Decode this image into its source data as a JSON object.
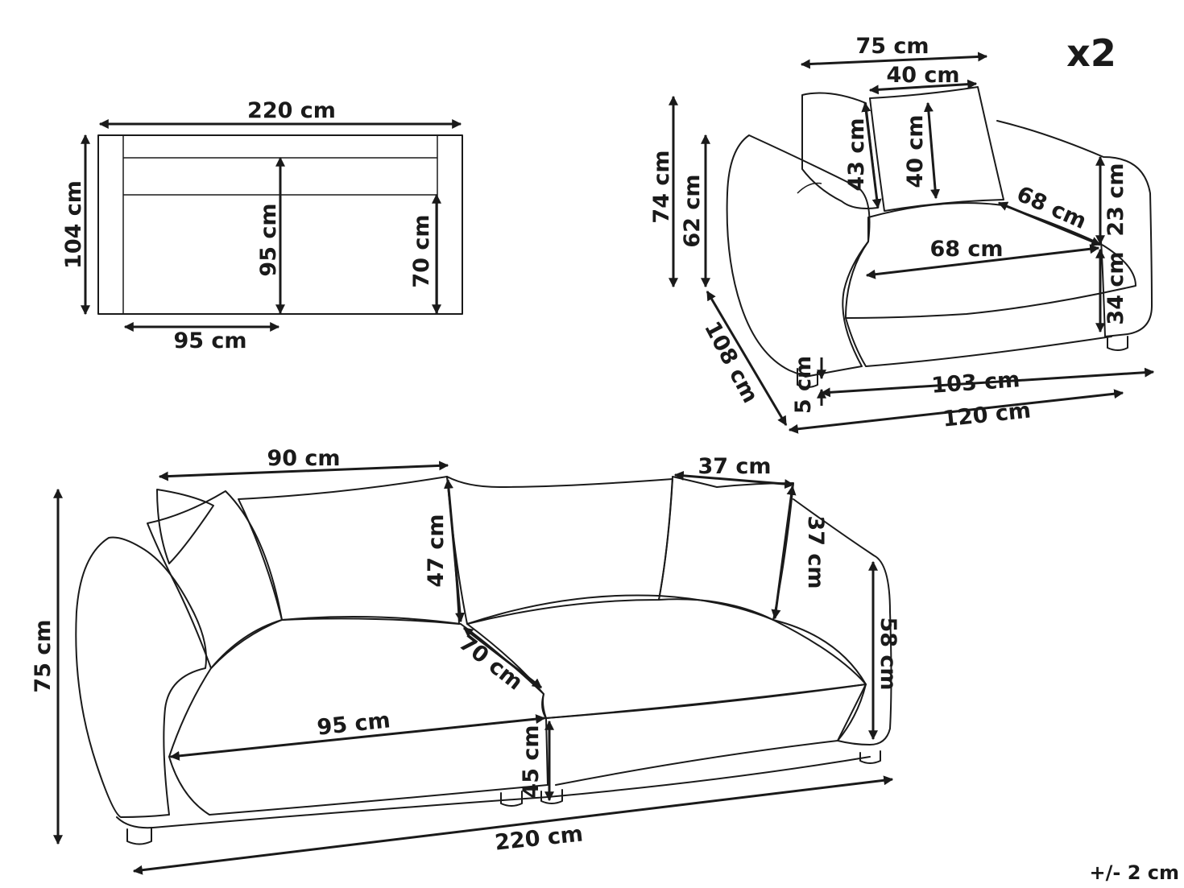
{
  "quantity": "x2",
  "tolerance": "+/- 2 cm",
  "top_view": {
    "width": "220 cm",
    "depth": "104 cm",
    "seat_depth": "95 cm",
    "inner_depth": "70 cm",
    "seat_width": "95 cm"
  },
  "armchair": {
    "back_width": "75 cm",
    "cushion_width": "40 cm",
    "back_height_total": "74 cm",
    "arm_height": "62 cm",
    "back_cushion_height": "43 cm",
    "cushion_height": "40 cm",
    "seat_diag": "68 cm",
    "seat_width": "68 cm",
    "arm_above_seat": "23 cm",
    "seat_height": "34 cm",
    "depth": "108 cm",
    "leg_height": "5 cm",
    "inner_width": "103 cm",
    "width": "120 cm"
  },
  "sofa": {
    "back_cushion_width": "90 cm",
    "pillow_width": "37 cm",
    "back_cushion_height": "47 cm",
    "pillow_height": "37 cm",
    "height": "75 cm",
    "arm_height": "58 cm",
    "seat_depth": "70 cm",
    "seat_width": "95 cm",
    "seat_height": "45 cm",
    "width": "220 cm"
  }
}
